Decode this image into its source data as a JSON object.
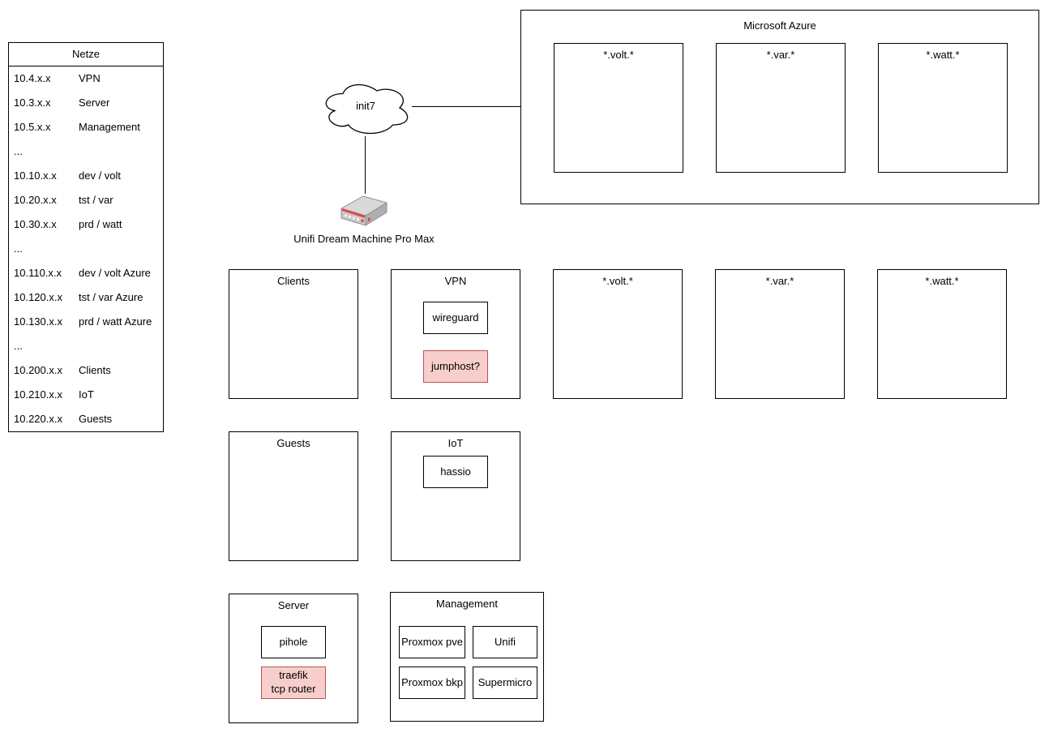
{
  "diagram": {
    "netze": {
      "title": "Netze",
      "rows": [
        {
          "cidr": "10.4.x.x",
          "label": "VPN"
        },
        {
          "cidr": "10.3.x.x",
          "label": "Server"
        },
        {
          "cidr": "10.5.x.x",
          "label": "Management"
        },
        {
          "cidr": "...",
          "label": ""
        },
        {
          "cidr": "10.10.x.x",
          "label": "dev / volt"
        },
        {
          "cidr": "10.20.x.x",
          "label": "tst / var"
        },
        {
          "cidr": "10.30.x.x",
          "label": "prd / watt"
        },
        {
          "cidr": "...",
          "label": ""
        },
        {
          "cidr": "10.110.x.x",
          "label": "dev / volt Azure"
        },
        {
          "cidr": "10.120.x.x",
          "label": "tst / var Azure"
        },
        {
          "cidr": "10.130.x.x",
          "label": "prd / watt Azure"
        },
        {
          "cidr": "...",
          "label": ""
        },
        {
          "cidr": "10.200.x.x",
          "label": "Clients"
        },
        {
          "cidr": "10.210.x.x",
          "label": "IoT"
        },
        {
          "cidr": "10.220.x.x",
          "label": "Guests"
        }
      ]
    },
    "internet": {
      "cloud_label": "init7"
    },
    "router": {
      "label": "Unifi Dream Machine Pro Max"
    },
    "azure": {
      "title": "Microsoft Azure",
      "zones": [
        {
          "label": "*.volt.*"
        },
        {
          "label": "*.var.*"
        },
        {
          "label": "*.watt.*"
        }
      ]
    },
    "lan": {
      "clients": {
        "label": "Clients"
      },
      "vpn": {
        "label": "VPN",
        "nodes": [
          {
            "label": "wireguard"
          },
          {
            "label": "jumphost?"
          }
        ]
      },
      "volt": {
        "label": "*.volt.*"
      },
      "var": {
        "label": "*.var.*"
      },
      "watt": {
        "label": "*.watt.*"
      },
      "guests": {
        "label": "Guests"
      },
      "iot": {
        "label": "IoT",
        "nodes": [
          {
            "label": "hassio"
          }
        ]
      },
      "server": {
        "label": "Server",
        "nodes": [
          {
            "label": "pihole"
          },
          {
            "label": "traefik\ntcp router"
          }
        ]
      },
      "management": {
        "label": "Management",
        "nodes": [
          {
            "label": "Proxmox pve"
          },
          {
            "label": "Unifi"
          },
          {
            "label": "Proxmox bkp"
          },
          {
            "label": "Supermicro"
          }
        ]
      }
    },
    "colors": {
      "highlight_fill": "#f8cecc",
      "highlight_stroke": "#b85450",
      "box_stroke": "#000000",
      "router_red": "#e8433c"
    }
  }
}
